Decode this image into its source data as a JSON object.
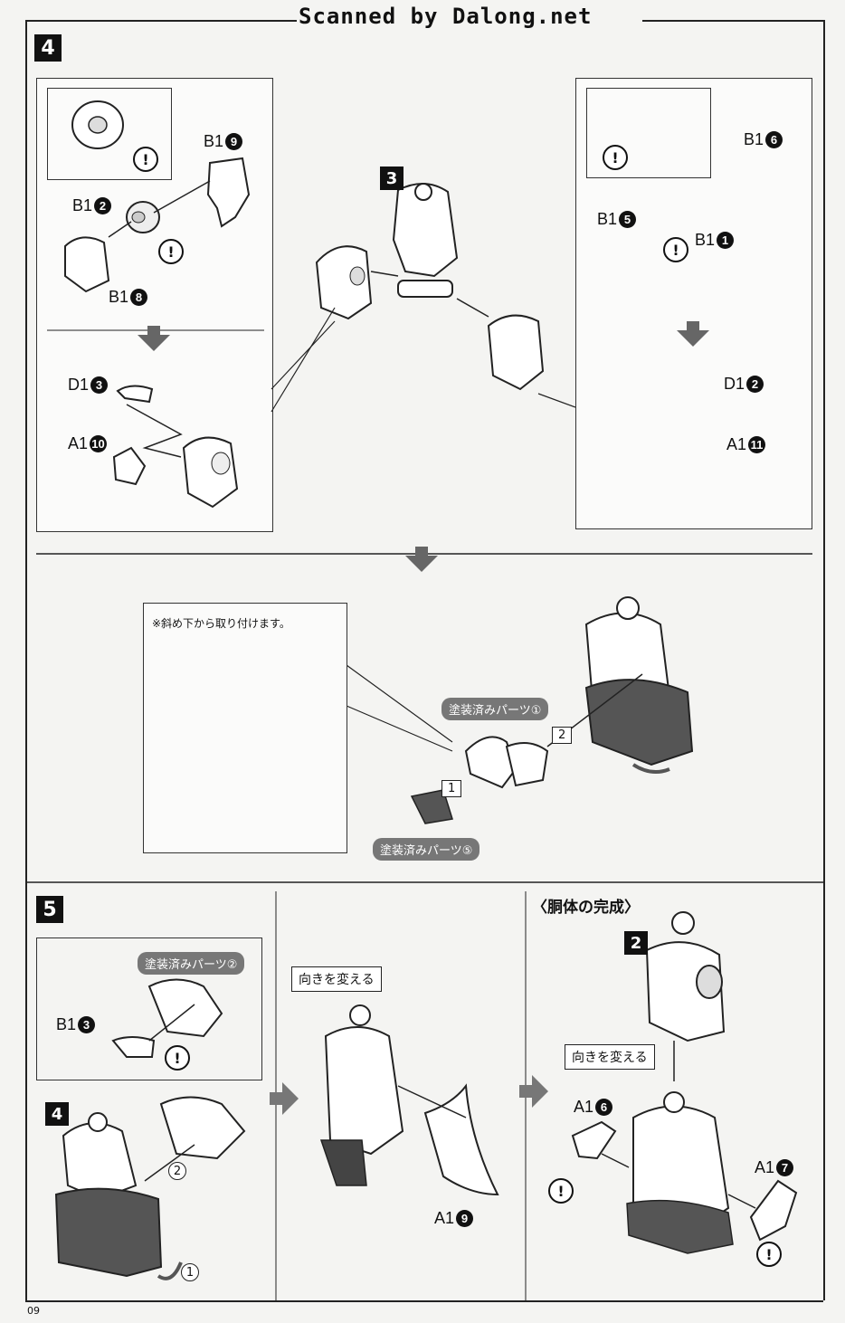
{
  "header": {
    "title": "Scanned by Dalong.net"
  },
  "step4": {
    "number": "4",
    "sub_badge": "3",
    "left_box": {
      "p1": "B1",
      "p1_num": "9",
      "p2": "B1",
      "p2_num": "2",
      "p3": "B1",
      "p3_num": "8",
      "p4": "D1",
      "p4_num": "3",
      "p5": "A1",
      "p5_num": "10"
    },
    "right_box": {
      "p1": "B1",
      "p1_num": "6",
      "p2": "B1",
      "p2_num": "5",
      "p3": "B1",
      "p3_num": "1",
      "p4": "D1",
      "p4_num": "2",
      "p5": "A1",
      "p5_num": "11"
    },
    "note_box": "※斜め下から取り付けます。",
    "tag1": "塗装済みパーツ①",
    "tag2": "塗装済みパーツ⑤",
    "seq1": "1",
    "seq2": "2"
  },
  "step5": {
    "number": "5",
    "sub_badge_left": "4",
    "tag": "塗装済みパーツ②",
    "part_b1": "B1",
    "part_b1_num": "3",
    "seq1": "1",
    "seq2": "2",
    "callout_mid": "向きを変える",
    "part_a1_9": "A1",
    "part_a1_9_num": "9",
    "section_title": "〈胴体の完成〉",
    "sub_badge_right": "2",
    "callout_right": "向きを変える",
    "part_a1_6": "A1",
    "part_a1_6_num": "6",
    "part_a1_7": "A1",
    "part_a1_7_num": "7"
  },
  "warning_symbol": "!",
  "page_number": "09"
}
